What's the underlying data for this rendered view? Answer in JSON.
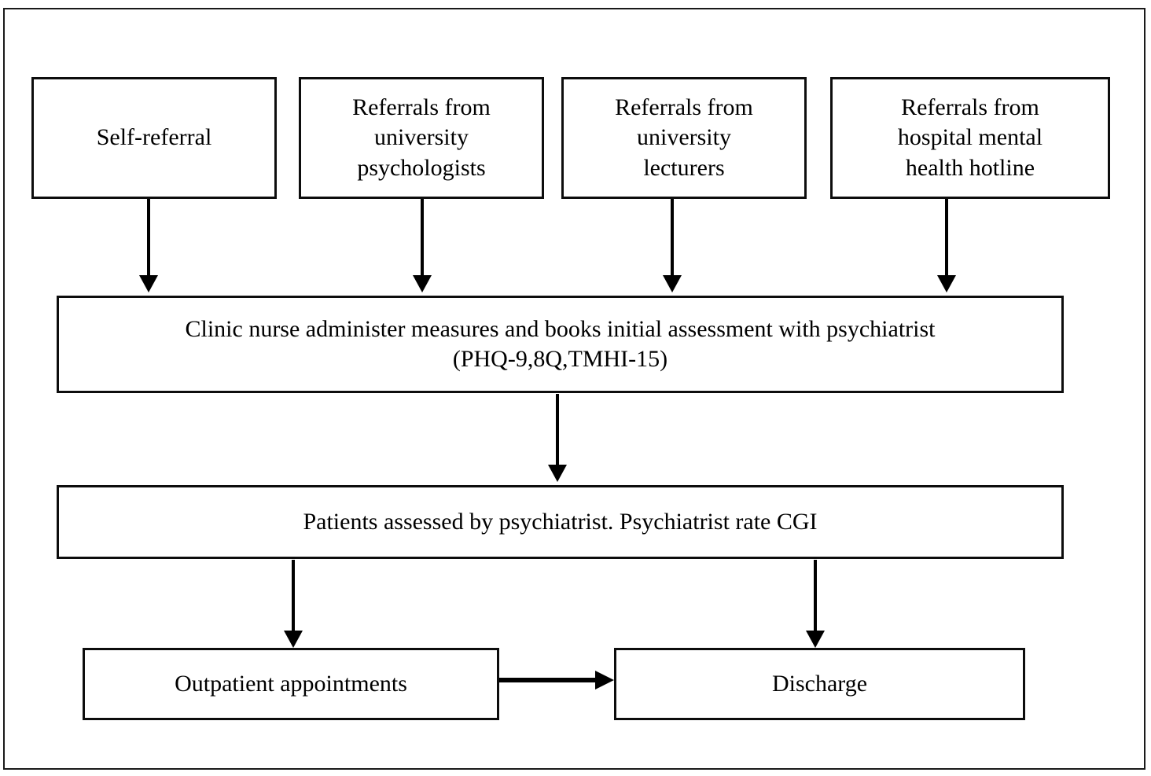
{
  "diagram": {
    "title": "Clinic referral and assessment pathway flowchart",
    "background_color": "#ffffff",
    "line_color": "#000000",
    "nodes": [
      {
        "id": "self-referral",
        "label": "Self-referral"
      },
      {
        "id": "ref-psych",
        "label": "Referrals from\nuniversity\npsychologists"
      },
      {
        "id": "ref-lect",
        "label": "Referrals from\nuniversity\nlecturers"
      },
      {
        "id": "ref-hotline",
        "label": "Referrals from\nhospital mental\nhealth hotline"
      },
      {
        "id": "clinic-nurse",
        "label": "Clinic nurse administer measures and books initial assessment with psychiatrist\n(PHQ-9,8Q,TMHI-15)"
      },
      {
        "id": "assessed",
        "label": "Patients assessed by psychiatrist. Psychiatrist rate CGI"
      },
      {
        "id": "outpatient",
        "label": "Outpatient appointments"
      },
      {
        "id": "discharge",
        "label": "Discharge"
      }
    ],
    "edges": [
      {
        "id": "e1",
        "from": "self-referral",
        "to": "clinic-nurse",
        "direction": "down"
      },
      {
        "id": "e2",
        "from": "ref-psych",
        "to": "clinic-nurse",
        "direction": "down"
      },
      {
        "id": "e3",
        "from": "ref-lect",
        "to": "clinic-nurse",
        "direction": "down"
      },
      {
        "id": "e4",
        "from": "ref-hotline",
        "to": "clinic-nurse",
        "direction": "down"
      },
      {
        "id": "e5",
        "from": "clinic-nurse",
        "to": "assessed",
        "direction": "down"
      },
      {
        "id": "e6",
        "from": "assessed",
        "to": "outpatient",
        "direction": "down"
      },
      {
        "id": "e7",
        "from": "assessed",
        "to": "discharge",
        "direction": "down"
      },
      {
        "id": "e8",
        "from": "outpatient",
        "to": "discharge",
        "direction": "right"
      }
    ]
  }
}
